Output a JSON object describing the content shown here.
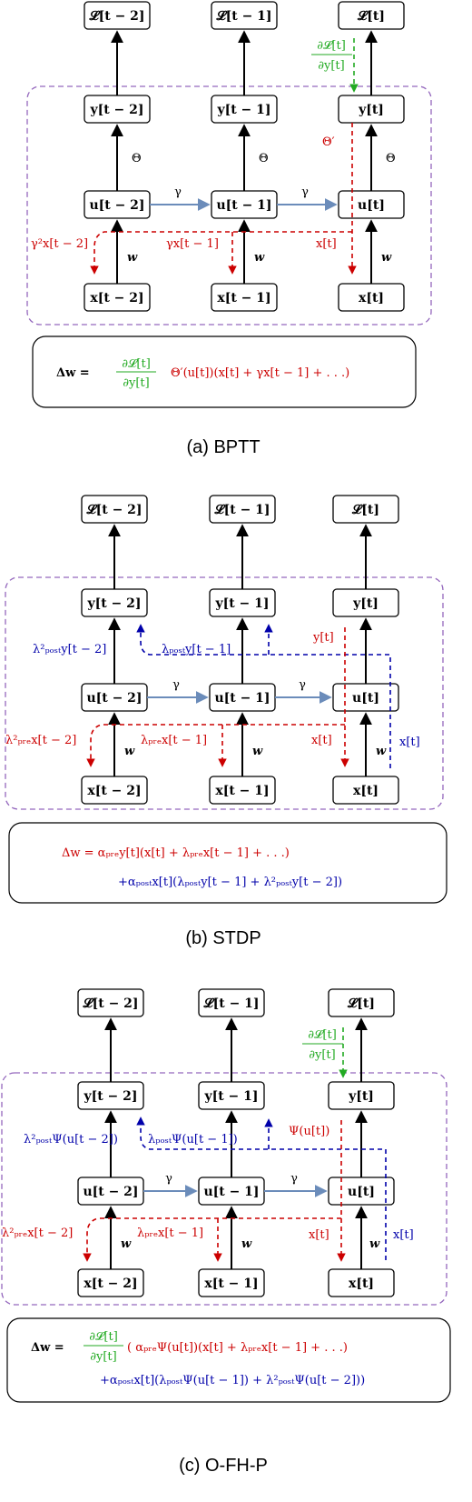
{
  "panels": [
    {
      "id": "bptt",
      "caption": "(a) BPTT",
      "loss_nodes": [
        "𝓛[t − 2]",
        "𝓛[t − 1]",
        "𝓛[t]"
      ],
      "y_nodes": [
        "y[t − 2]",
        "y[t − 1]",
        "y[t]"
      ],
      "u_nodes": [
        "u[t − 2]",
        "u[t − 1]",
        "u[t]"
      ],
      "x_nodes": [
        "x[t − 2]",
        "x[t − 1]",
        "x[t]"
      ],
      "gamma": "γ",
      "theta": "Θ",
      "w": "w",
      "theta_prime": "Θ′",
      "grad_top": "∂𝓛[t]",
      "grad_bottom": "∂y[t]",
      "red_labels": [
        "γ²x[t − 2]",
        "γx[t − 1]",
        "x[t]"
      ],
      "formula_lhs": "Δw =",
      "formula_frac_top": "∂𝓛[t]",
      "formula_frac_bottom": "∂y[t]",
      "formula_rhs": "Θ′(u[t])(x[t] + γx[t − 1] + . . .)"
    },
    {
      "id": "stdp",
      "caption": "(b) STDP",
      "loss_nodes": [
        "𝓛[t − 2]",
        "𝓛[t − 1]",
        "𝓛[t]"
      ],
      "y_nodes": [
        "y[t − 2]",
        "y[t − 1]",
        "y[t]"
      ],
      "u_nodes": [
        "u[t − 2]",
        "u[t − 1]",
        "u[t]"
      ],
      "x_nodes": [
        "x[t − 2]",
        "x[t − 1]",
        "x[t]"
      ],
      "gamma": "γ",
      "w": "w",
      "navy_labels": [
        "λ²ₚₒₛₜy[t − 2]",
        "λₚₒₛₜy[t − 1]",
        "x[t]"
      ],
      "red_labels": [
        "λ²ₚᵣₑx[t − 2]",
        "λₚᵣₑx[t − 1]",
        "x[t]",
        "y[t]"
      ],
      "formula_line1": "Δw = αₚᵣₑy[t](x[t] + λₚᵣₑx[t − 1] + . . .)",
      "formula_line2": "+αₚₒₛₜx[t](λₚₒₛₜy[t − 1] + λ²ₚₒₛₜy[t − 2])"
    },
    {
      "id": "ofhp",
      "caption": "(c) O-FH-P",
      "loss_nodes": [
        "𝓛[t − 2]",
        "𝓛[t − 1]",
        "𝓛[t]"
      ],
      "y_nodes": [
        "y[t − 2]",
        "y[t − 1]",
        "y[t]"
      ],
      "u_nodes": [
        "u[t − 2]",
        "u[t − 1]",
        "u[t]"
      ],
      "x_nodes": [
        "x[t − 2]",
        "x[t − 1]",
        "x[t]"
      ],
      "gamma": "γ",
      "w": "w",
      "grad_top": "∂𝓛[t]",
      "grad_bottom": "∂y[t]",
      "navy_labels": [
        "λ²ₚₒₛₜΨ(u[t − 2])",
        "λₚₒₛₜΨ(u[t − 1])",
        "x[t]"
      ],
      "red_labels": [
        "λ²ₚᵣₑx[t − 2]",
        "λₚᵣₑx[t − 1]",
        "x[t]",
        "Ψ(u[t])"
      ],
      "formula_lhs": "Δw =",
      "formula_frac_top": "∂𝓛[t]",
      "formula_frac_bottom": "∂y[t]",
      "formula_line1": "( αₚᵣₑΨ(u[t])(x[t] + λₚᵣₑx[t − 1] + . . .)",
      "formula_line2": "+αₚₒₛₜx[t](λₚₒₛₜΨ(u[t − 1]) + λ²ₚₒₛₜΨ(u[t − 2]))"
    }
  ],
  "colors": {
    "region": "#9467bd",
    "forward_gamma": "#6b8cba",
    "red": "#cc0000",
    "navy": "#0000aa",
    "green": "#22aa22"
  }
}
